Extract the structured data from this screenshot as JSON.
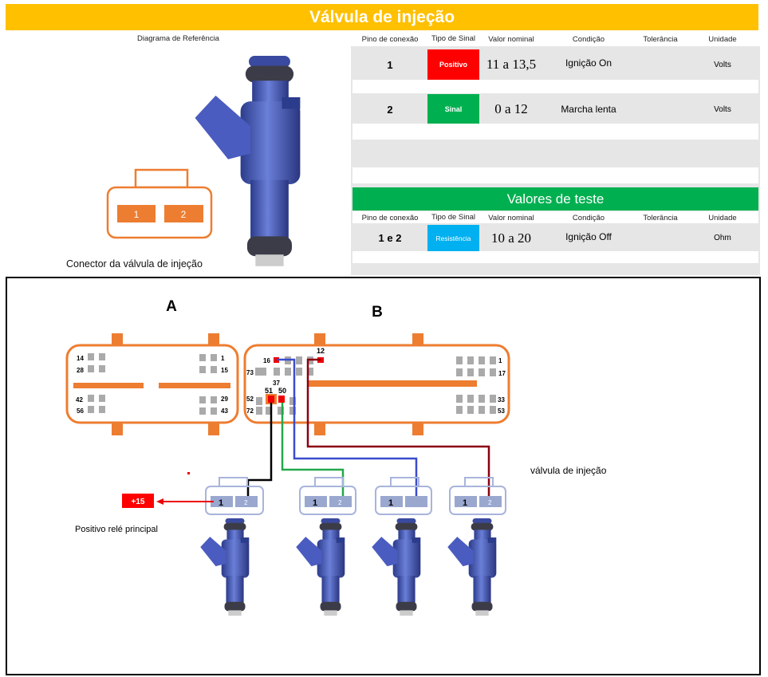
{
  "title": "Válvula de injeção",
  "reference_header": "Diagrama de Referência",
  "columns": [
    "Pino de conexão",
    "Tipo de Sinal",
    "Valor nominal",
    "Condição",
    "Tolerância",
    "Unidade"
  ],
  "rows": [
    {
      "pin": "1",
      "signal": "Positivo",
      "signal_color": "#FF0000",
      "value": "11 a 13,5",
      "condition": "Ignição On",
      "tolerance": "",
      "unit": "Volts"
    },
    {
      "pin": "2",
      "signal": "Sinal",
      "signal_color": "#00B050",
      "value": "0 a 12",
      "condition": "Marcha lenta",
      "tolerance": "",
      "unit": "Volts"
    }
  ],
  "test": {
    "title": "Valores de teste",
    "columns": [
      "Pino de conexão",
      "Tipo de Sinal",
      "Valor nominal",
      "Condição",
      "Tolerância",
      "Unidade"
    ],
    "rows": [
      {
        "pin": "1 e 2",
        "signal": "Resistência",
        "signal_color": "#00B0F0",
        "value": "10 a 20",
        "condition": "Ignição Off",
        "tolerance": "",
        "unit": "Ohm"
      }
    ]
  },
  "connector": {
    "caption": "Conector da válvula de injeção",
    "pins": [
      "1",
      "2"
    ]
  },
  "diagram": {
    "label_a": "A",
    "label_b": "B",
    "a_pins": [
      "14",
      "28",
      "1",
      "15",
      "42",
      "56",
      "29",
      "43"
    ],
    "b_pins": [
      "16",
      "12",
      "73",
      "37",
      "51",
      "50",
      "52",
      "72",
      "1",
      "17",
      "33",
      "53"
    ],
    "relay_label": "+15",
    "relay_caption": "Positivo relé principal",
    "injector_caption": "válvula de injeção",
    "injector_pins": [
      "1",
      "2"
    ]
  }
}
